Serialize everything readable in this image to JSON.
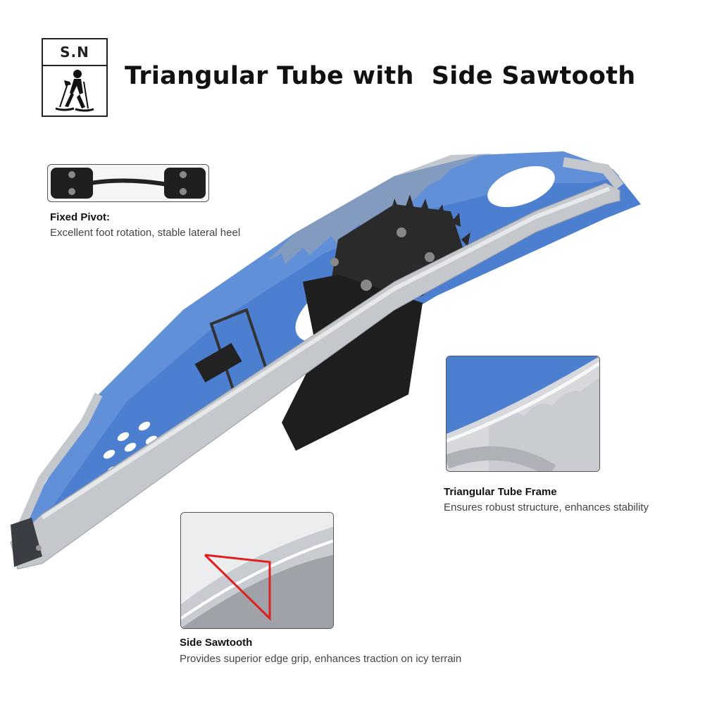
{
  "logo": {
    "text": "S.N",
    "icon": "snowshoe-hiker-icon"
  },
  "title": "Triangular Tube with  Side Sawtooth",
  "features": [
    {
      "title": "Fixed Pivot:",
      "desc": "Excellent foot rotation, stable lateral heel",
      "icon": "pivot-bar-icon"
    },
    {
      "title": "Triangular Tube Frame",
      "desc": "Ensures robust structure, enhances stability"
    },
    {
      "title": "Side Sawtooth",
      "desc": "Provides superior edge grip, enhances traction on icy terrain"
    }
  ],
  "colors": {
    "deck_blue": "#4d7fd0",
    "frame_silver": "#c4c7cc",
    "binding_black": "#2a2a2a",
    "accent_red": "#e02020"
  }
}
